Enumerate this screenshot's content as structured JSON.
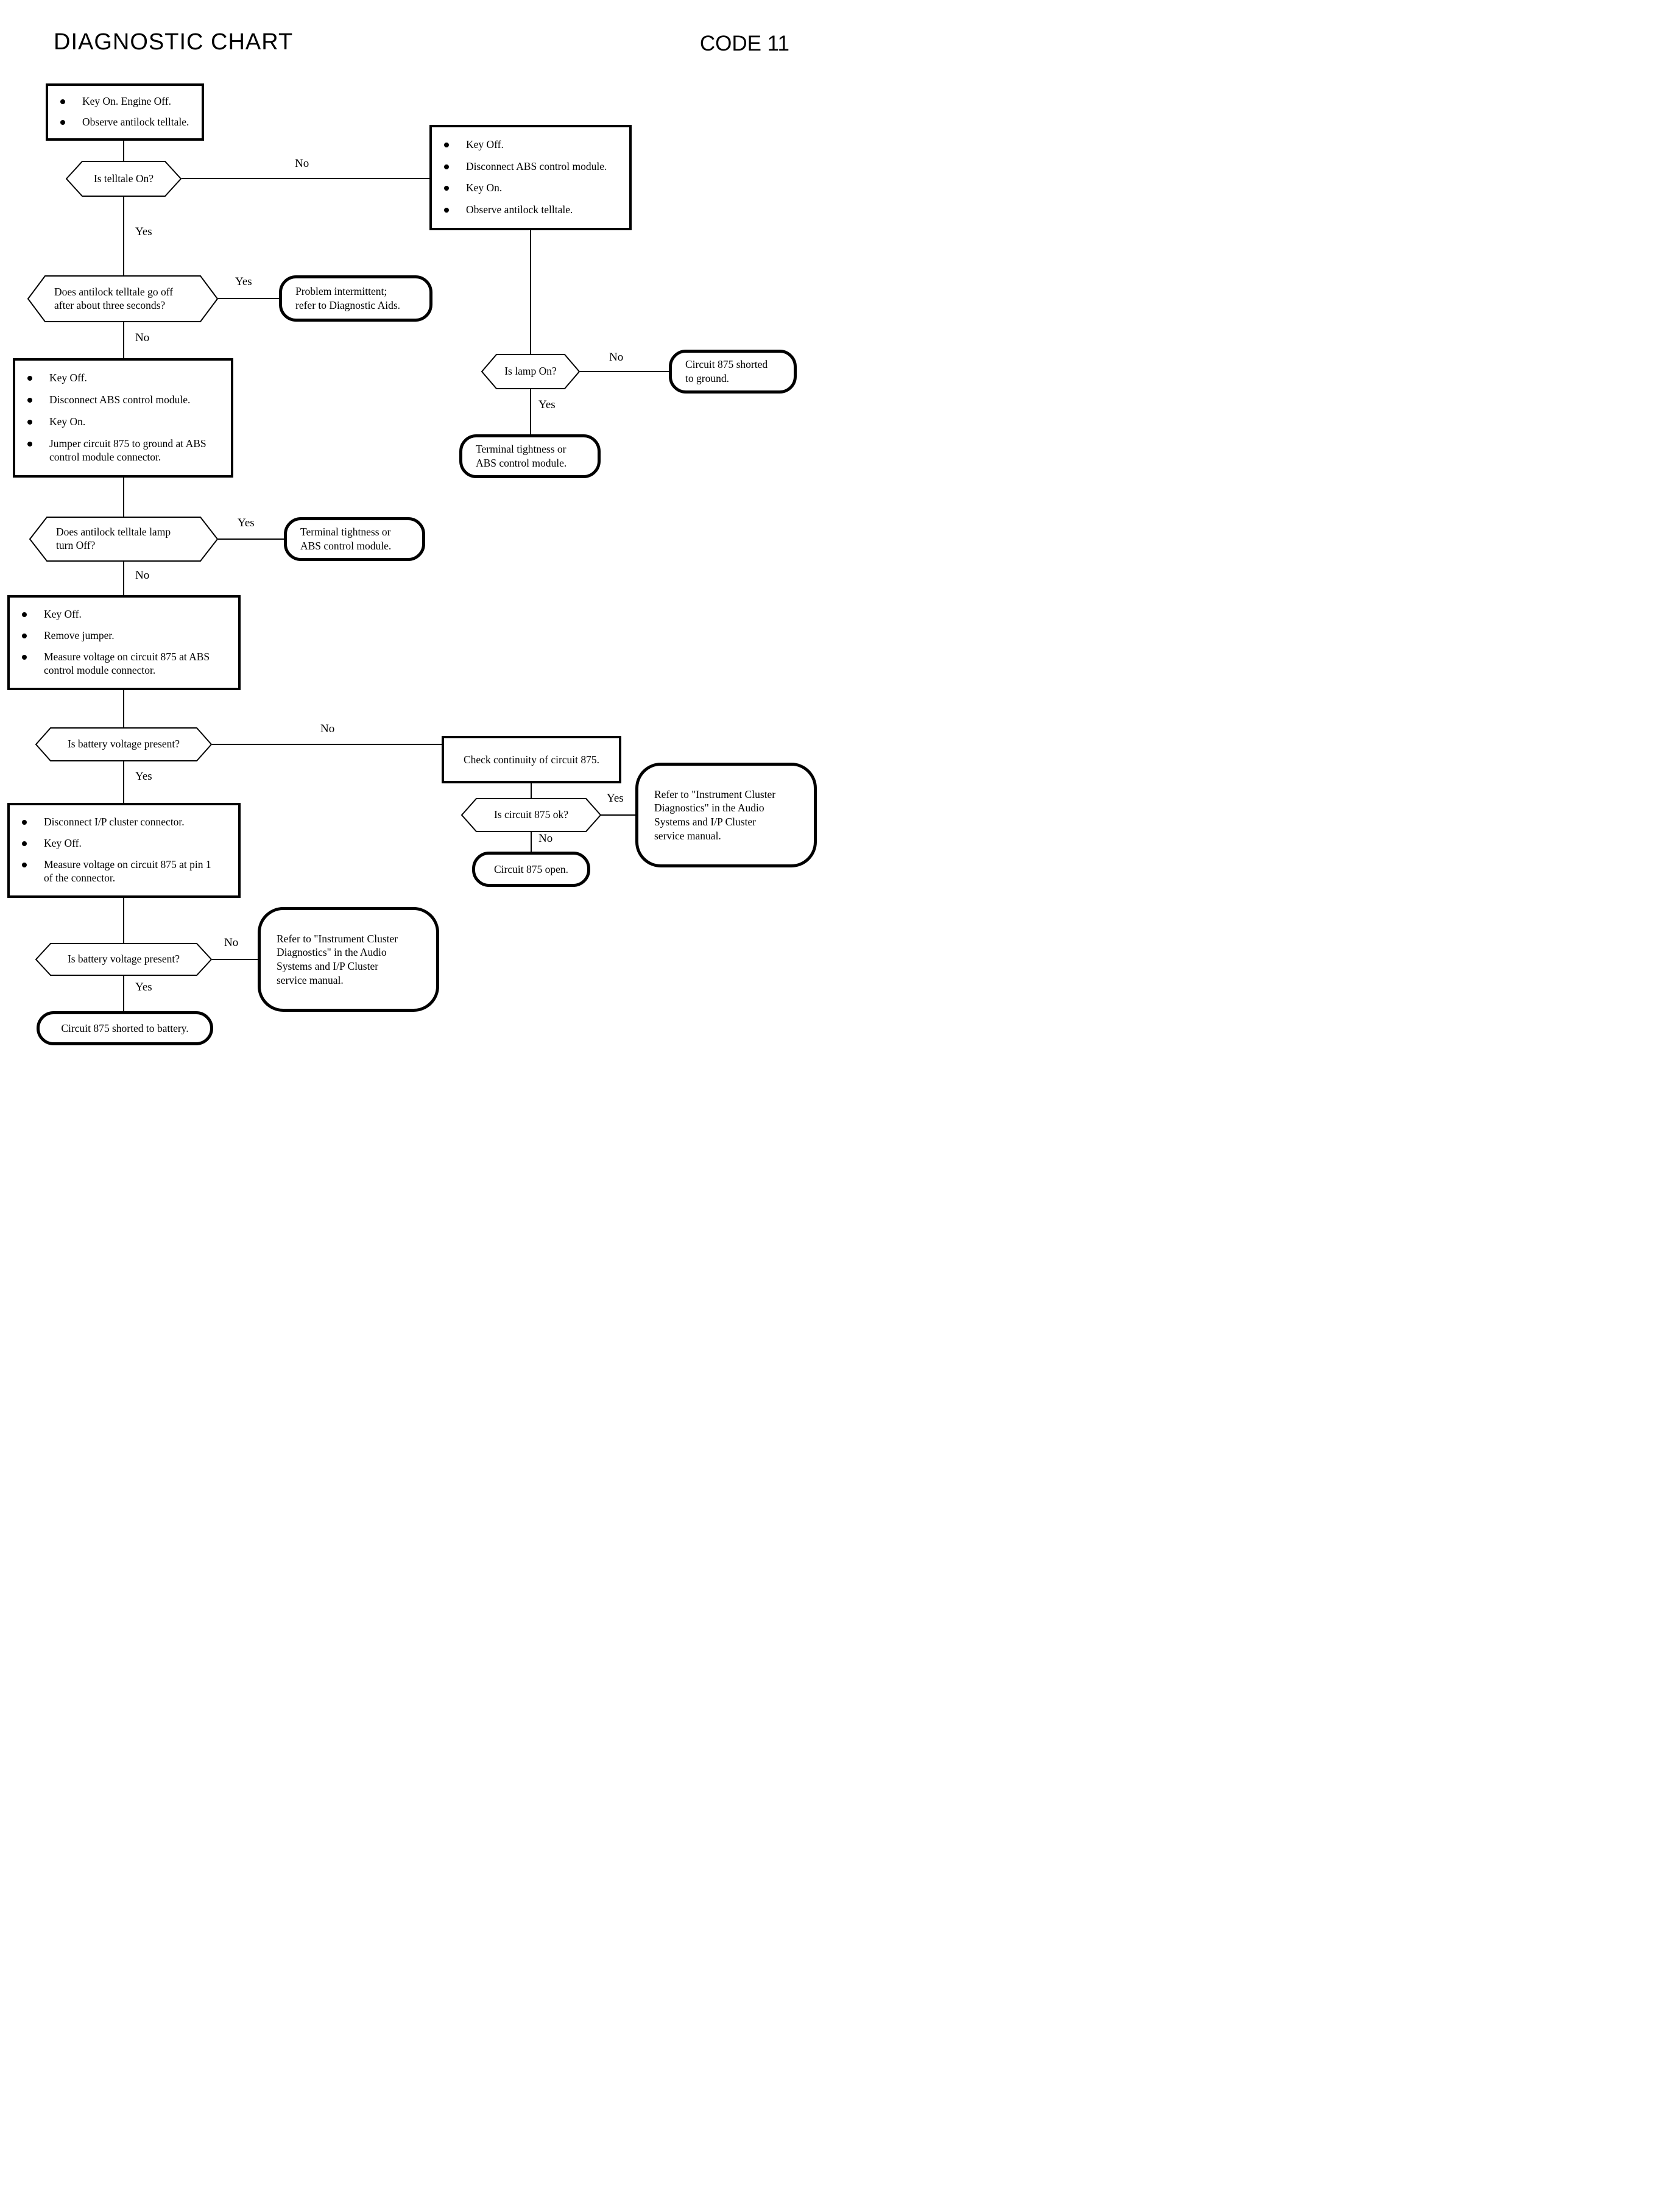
{
  "header": {
    "title": "DIAGNOSTIC CHART",
    "code": "CODE 11"
  },
  "nodes": {
    "box_start": {
      "bullets": [
        "Key On. Engine Off.",
        "Observe antilock telltale."
      ]
    },
    "hex_telltale": {
      "question": "Is telltale On?"
    },
    "box_right": {
      "bullets": [
        "Key Off.",
        "Disconnect ABS control module.",
        "Key On.",
        "Observe antilock telltale."
      ]
    },
    "hex_lamp": {
      "question": "Is lamp On?"
    },
    "result_ground": {
      "text": "Circuit 875 shorted\nto ground."
    },
    "result_terminal_right": {
      "text": "Terminal tightness or\nABS control module."
    },
    "hex_go_off": {
      "question": "Does antilock telltale go off\nafter about three seconds?"
    },
    "result_intermittent": {
      "text": "Problem intermittent;\nrefer to Diagnostic Aids."
    },
    "box_jumper": {
      "bullets": [
        "Key Off.",
        "Disconnect ABS control module.",
        "Key On.",
        "Jumper circuit 875 to ground at ABS\ncontrol module connector."
      ]
    },
    "hex_turn_off": {
      "question": "Does antilock telltale lamp\nturn Off?"
    },
    "result_terminal_left": {
      "text": "Terminal tightness or\nABS control module."
    },
    "box_measure": {
      "bullets": [
        "Key Off.",
        "Remove jumper.",
        "Measure voltage on circuit 875 at ABS\ncontrol module connector."
      ]
    },
    "hex_battery1": {
      "question": "Is battery voltage present?"
    },
    "box_continuity": {
      "text": "Check continuity of circuit 875."
    },
    "hex_875_ok": {
      "question": "Is circuit 875 ok?"
    },
    "result_refer_right": {
      "text": "Refer to \"Instrument Cluster\nDiagnostics\" in the Audio\nSystems and I/P Cluster\nservice manual."
    },
    "result_open": {
      "text": "Circuit 875 open."
    },
    "box_ip": {
      "bullets": [
        "Disconnect I/P cluster connector.",
        "Key Off.",
        "Measure voltage on circuit 875 at pin 1\nof the connector."
      ]
    },
    "hex_battery2": {
      "question": "Is battery voltage present?"
    },
    "result_refer_left": {
      "text": "Refer to \"Instrument Cluster\nDiagnostics\" in the Audio\nSystems and I/P Cluster\nservice manual."
    },
    "result_battery": {
      "text": "Circuit 875 shorted to battery."
    }
  },
  "edges": {
    "telltale_no": "No",
    "telltale_yes": "Yes",
    "go_off_yes": "Yes",
    "go_off_no": "No",
    "lamp_no": "No",
    "lamp_yes": "Yes",
    "turn_off_yes": "Yes",
    "turn_off_no": "No",
    "battery1_no": "No",
    "battery1_yes": "Yes",
    "ok875_yes": "Yes",
    "ok875_no": "No",
    "battery2_no": "No",
    "battery2_yes": "Yes"
  },
  "colors": {
    "ink": "#000000",
    "paper": "#ffffff"
  }
}
